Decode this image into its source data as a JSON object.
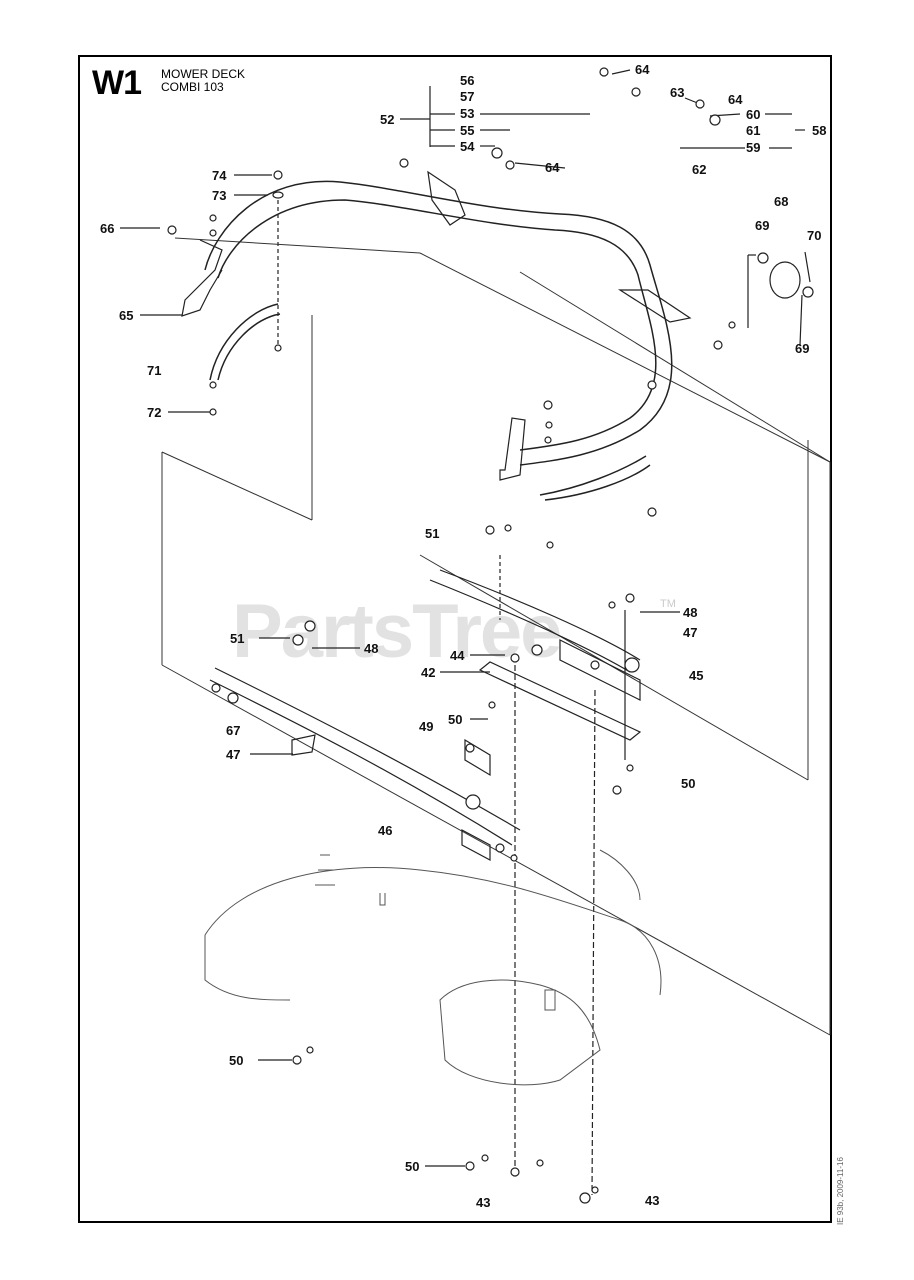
{
  "header": {
    "code": "W1",
    "title_line1": "MOWER DECK",
    "title_line2": "COMBI 103"
  },
  "side_reference": "IE 93b, 2009-11-16",
  "watermark": {
    "text": "PartsTree",
    "trademark": "TM"
  },
  "callouts": [
    {
      "id": "56",
      "text": "56"
    },
    {
      "id": "57",
      "text": "57"
    },
    {
      "id": "53",
      "text": "53"
    },
    {
      "id": "52",
      "text": "52"
    },
    {
      "id": "55",
      "text": "55"
    },
    {
      "id": "54",
      "text": "54"
    },
    {
      "id": "64a",
      "text": "64"
    },
    {
      "id": "64b",
      "text": "64"
    },
    {
      "id": "64c",
      "text": "64"
    },
    {
      "id": "63",
      "text": "63"
    },
    {
      "id": "60",
      "text": "60"
    },
    {
      "id": "61",
      "text": "61"
    },
    {
      "id": "58",
      "text": "58"
    },
    {
      "id": "59",
      "text": "59"
    },
    {
      "id": "62",
      "text": "62"
    },
    {
      "id": "68",
      "text": "68"
    },
    {
      "id": "69a",
      "text": "69"
    },
    {
      "id": "70",
      "text": "70"
    },
    {
      "id": "69b",
      "text": "69"
    },
    {
      "id": "74",
      "text": "74"
    },
    {
      "id": "73",
      "text": "73"
    },
    {
      "id": "66",
      "text": "66"
    },
    {
      "id": "65",
      "text": "65"
    },
    {
      "id": "71",
      "text": "71"
    },
    {
      "id": "72",
      "text": "72"
    },
    {
      "id": "51a",
      "text": "51"
    },
    {
      "id": "51b",
      "text": "51"
    },
    {
      "id": "48a",
      "text": "48"
    },
    {
      "id": "48b",
      "text": "48"
    },
    {
      "id": "47a",
      "text": "47"
    },
    {
      "id": "47b",
      "text": "47"
    },
    {
      "id": "44",
      "text": "44"
    },
    {
      "id": "42",
      "text": "42"
    },
    {
      "id": "45",
      "text": "45"
    },
    {
      "id": "50a",
      "text": "50"
    },
    {
      "id": "50b",
      "text": "50"
    },
    {
      "id": "50c",
      "text": "50"
    },
    {
      "id": "50d",
      "text": "50"
    },
    {
      "id": "49",
      "text": "49"
    },
    {
      "id": "67",
      "text": "67"
    },
    {
      "id": "46",
      "text": "46"
    },
    {
      "id": "43a",
      "text": "43"
    },
    {
      "id": "43b",
      "text": "43"
    }
  ]
}
